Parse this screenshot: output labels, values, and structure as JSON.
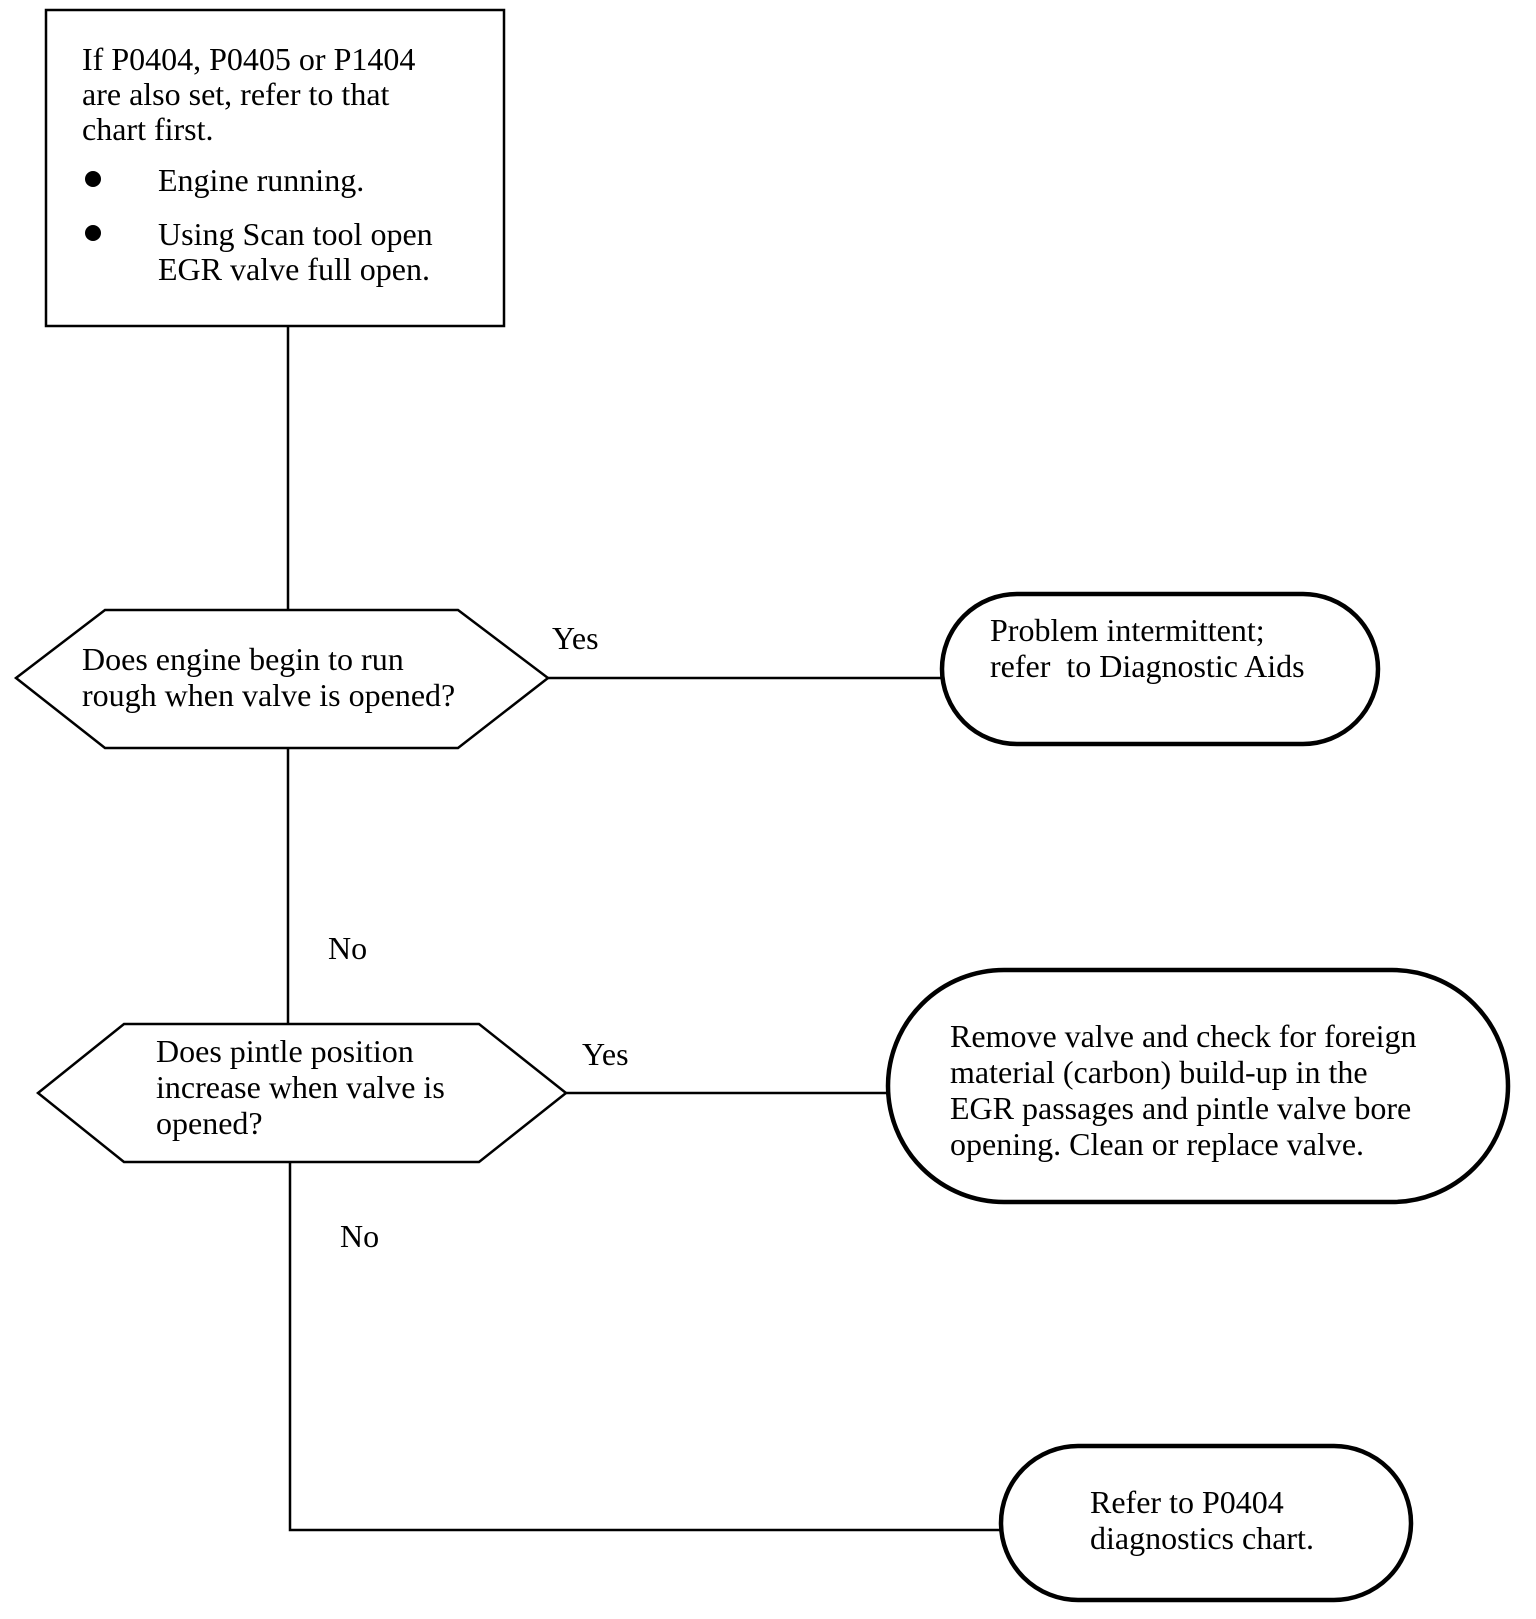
{
  "start_box": {
    "intro_lines": [
      "If P0404, P0405 or P1404",
      "are also set, refer to that",
      "chart first."
    ],
    "bullets": [
      {
        "lines": [
          "Engine running."
        ]
      },
      {
        "lines": [
          "Using Scan tool open",
          "EGR valve full open."
        ]
      }
    ]
  },
  "decision_1": {
    "lines": [
      "Does engine begin to run",
      "rough when valve is opened?"
    ],
    "yes_label": "Yes",
    "no_label": "No"
  },
  "decision_2": {
    "lines": [
      "Does pintle position",
      "increase when valve is",
      "opened?"
    ],
    "yes_label": "Yes",
    "no_label": "No"
  },
  "outcome_1": {
    "lines": [
      "Problem intermittent;",
      "refer  to Diagnostic Aids"
    ]
  },
  "outcome_2": {
    "lines": [
      "Remove valve and check for foreign",
      "material (carbon) build-up in the",
      "EGR passages and pintle valve bore",
      "opening. Clean or replace valve."
    ]
  },
  "outcome_3": {
    "lines": [
      "Refer to P0404",
      "diagnostics chart."
    ]
  },
  "colors": {
    "stroke": "#000000",
    "background": "#ffffff"
  }
}
